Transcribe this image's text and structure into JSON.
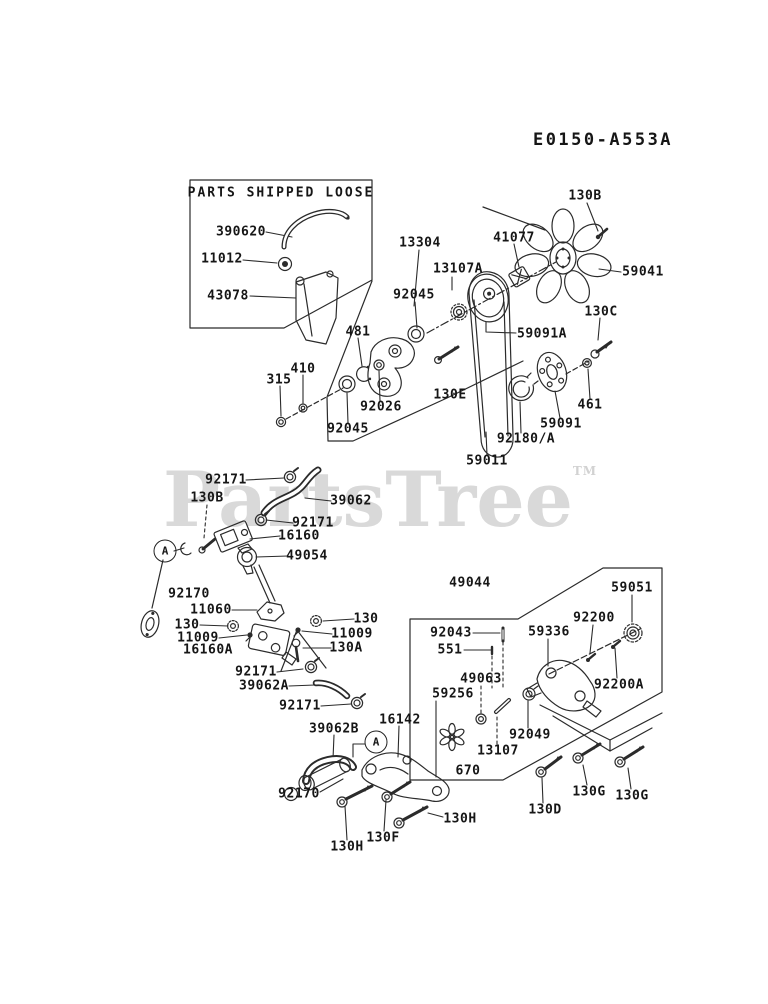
{
  "diagram": {
    "code": "E0150-A553A",
    "loose_box_title": "PARTS SHIPPED LOOSE"
  },
  "watermark": {
    "text": "PartsTree",
    "tm": "TM"
  },
  "markers": [
    "A",
    "A"
  ],
  "callouts": [
    {
      "text": "390620"
    },
    {
      "text": "11012"
    },
    {
      "text": "43078"
    },
    {
      "text": "13304"
    },
    {
      "text": "13107A"
    },
    {
      "text": "92045"
    },
    {
      "text": "41077"
    },
    {
      "text": "130B"
    },
    {
      "text": "59041"
    },
    {
      "text": "481"
    },
    {
      "text": "410"
    },
    {
      "text": "315"
    },
    {
      "text": "92026"
    },
    {
      "text": "92045"
    },
    {
      "text": "130E"
    },
    {
      "text": "59091A"
    },
    {
      "text": "130C"
    },
    {
      "text": "461"
    },
    {
      "text": "59091"
    },
    {
      "text": "92180/A"
    },
    {
      "text": "59011"
    },
    {
      "text": "92171"
    },
    {
      "text": "130B"
    },
    {
      "text": "39062"
    },
    {
      "text": "92171"
    },
    {
      "text": "16160"
    },
    {
      "text": "49054"
    },
    {
      "text": "92170"
    },
    {
      "text": "11060"
    },
    {
      "text": "130"
    },
    {
      "text": "11009"
    },
    {
      "text": "16160A"
    },
    {
      "text": "130"
    },
    {
      "text": "11009"
    },
    {
      "text": "130A"
    },
    {
      "text": "92171"
    },
    {
      "text": "39062A"
    },
    {
      "text": "92171"
    },
    {
      "text": "39062B"
    },
    {
      "text": "16142"
    },
    {
      "text": "92170"
    },
    {
      "text": "49044"
    },
    {
      "text": "59051"
    },
    {
      "text": "92200"
    },
    {
      "text": "59336"
    },
    {
      "text": "92043"
    },
    {
      "text": "551"
    },
    {
      "text": "49063"
    },
    {
      "text": "59256"
    },
    {
      "text": "92200A"
    },
    {
      "text": "92049"
    },
    {
      "text": "13107"
    },
    {
      "text": "670"
    },
    {
      "text": "130H"
    },
    {
      "text": "130F"
    },
    {
      "text": "130H"
    },
    {
      "text": "130D"
    },
    {
      "text": "130G"
    },
    {
      "text": "130G"
    }
  ]
}
